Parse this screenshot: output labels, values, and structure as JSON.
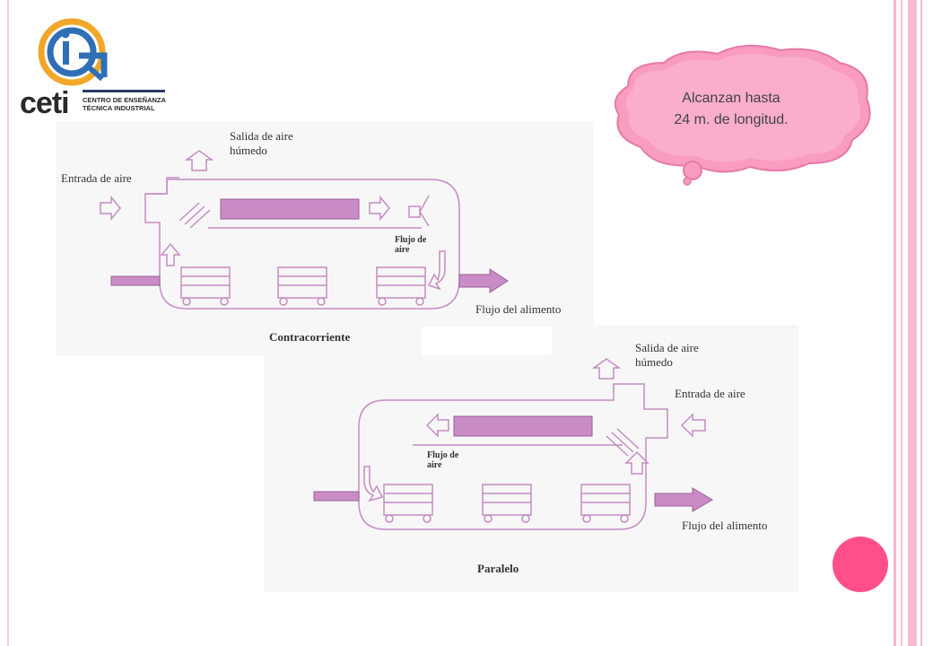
{
  "logo": {
    "word": "ceti",
    "line1": "CENTRO DE ENSEÑANZA",
    "line2": "TÉCNICA INDUSTRIAL"
  },
  "callout": {
    "line1": "Alcanzan hasta",
    "line2": "24 m. de longitud."
  },
  "top_diagram": {
    "caption": "Contracorriente",
    "entrada_aire": "Entrada de aire",
    "salida_line1": "Salida de aire",
    "salida_line2": "húmedo",
    "flujo_aire_line1": "Flujo de",
    "flujo_aire_line2": "aire",
    "flujo_alimento": "Flujo del alimento"
  },
  "bottom_diagram": {
    "caption": "Paralelo",
    "entrada_aire": "Entrada de aire",
    "salida_line1": "Salida de aire",
    "salida_line2": "húmedo",
    "flujo_aire_line1": "Flujo de",
    "flujo_aire_line2": "aire",
    "flujo_alimento": "Flujo del alimento"
  },
  "colors": {
    "accent_pink": "#ff4f8b",
    "diagram_line": "#c58cc4",
    "heater_bar": "#c98cc7",
    "frame": "#f5a9c4",
    "logo_blue": "#2f6fb5",
    "logo_orange": "#f2a72a"
  }
}
